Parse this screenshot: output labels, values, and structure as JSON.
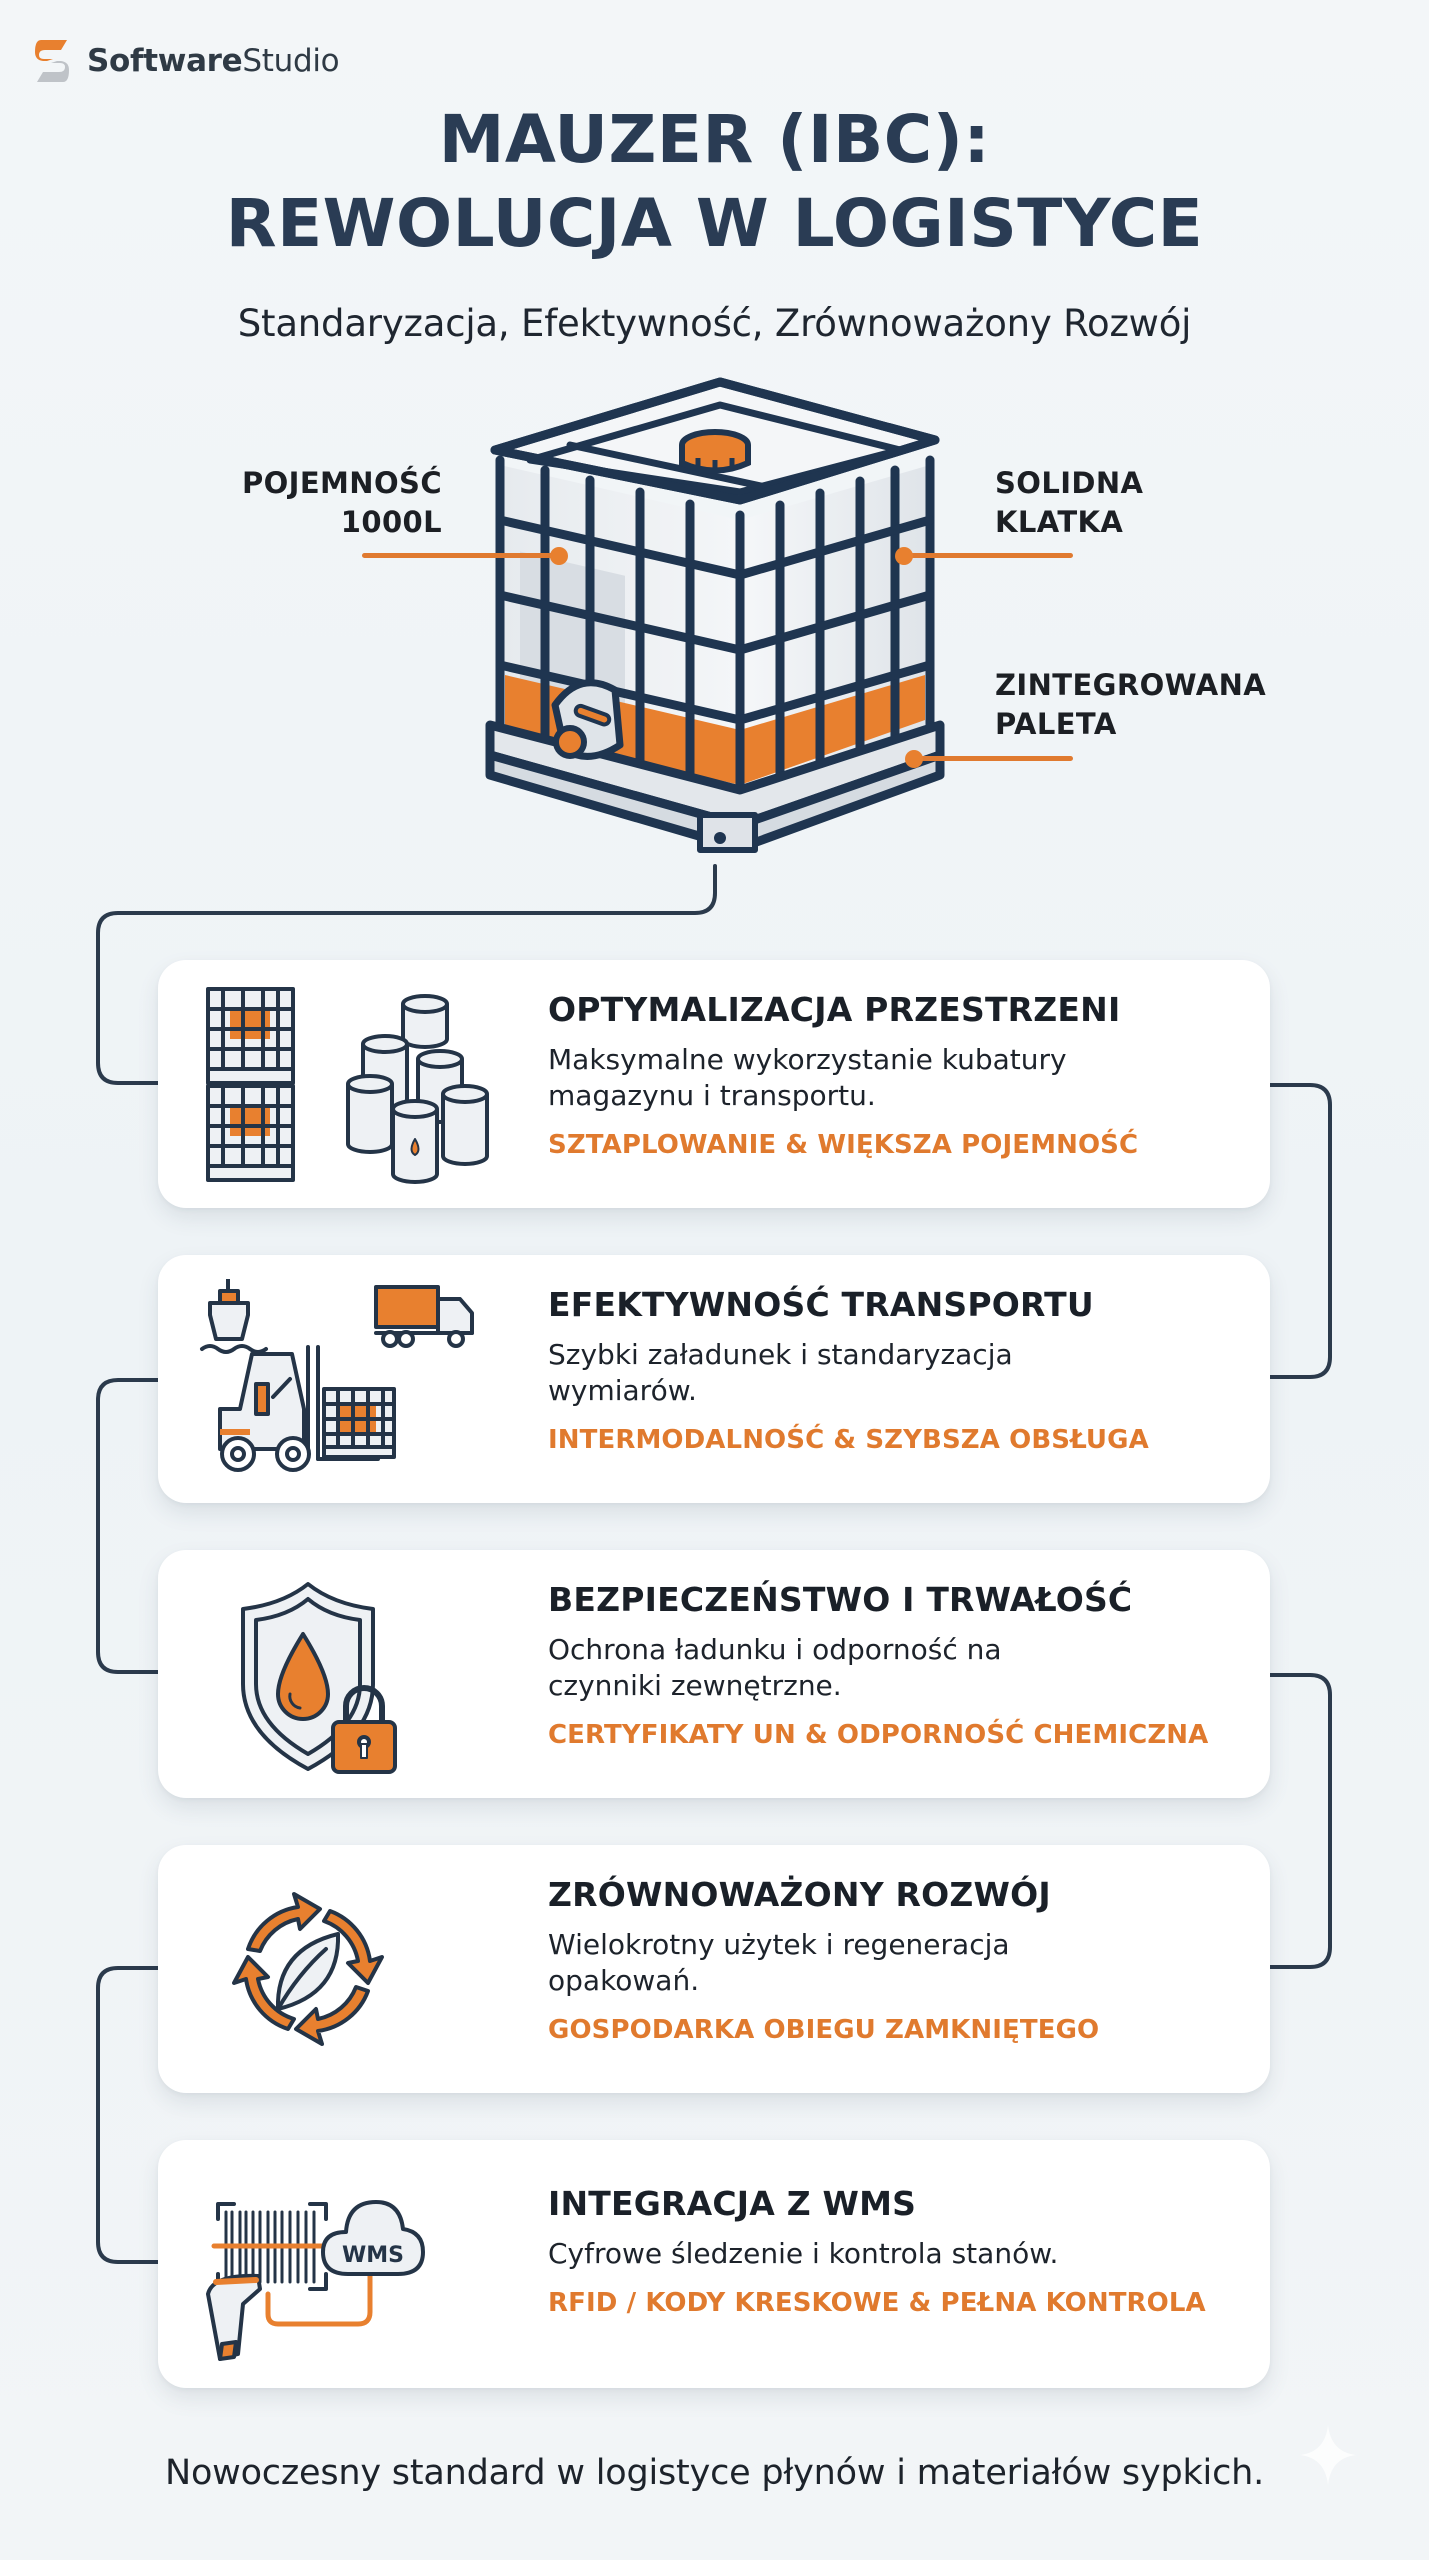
{
  "brand": {
    "name_bold": "Software",
    "name_regular": "Studio",
    "logo_icon": "s-logo-icon",
    "colors": {
      "accent": "#e8802f",
      "logo_grey": "#bfc3c8",
      "navy": "#2a3c54"
    }
  },
  "header": {
    "title_line1": "MAUZER (IBC):",
    "title_line2": "REWOLUCJA W LOGISTYCE",
    "subtitle": "Standaryzacja, Efektywność, Zrównoważony Rozwój"
  },
  "hero": {
    "illustration": "ibc-tank-icon",
    "callouts": [
      {
        "line1": "POJEMNOŚĆ",
        "line2": "1000L",
        "side": "left"
      },
      {
        "line1": "SOLIDNA",
        "line2": "KLATKA",
        "side": "right"
      },
      {
        "line1": "ZINTEGROWANA",
        "line2": "PALETA",
        "side": "right"
      }
    ]
  },
  "cards": [
    {
      "icon": "stacked-ibc-and-barrels-icon",
      "title": "OPTYMALIZACJA PRZESTRZENI",
      "description": "Maksymalne wykorzystanie kubatury magazynu i transportu.",
      "tag": "SZTAPLOWANIE & WIĘKSZA POJEMNOŚĆ"
    },
    {
      "icon": "ship-truck-forklift-icon",
      "title": "EFEKTYWNOŚĆ TRANSPORTU",
      "description": "Szybki załadunek i standaryzacja wymiarów.",
      "tag": "INTERMODALNOŚĆ & SZYBSZA OBSŁUGA"
    },
    {
      "icon": "shield-drop-lock-icon",
      "title": "BEZPIECZEŃSTWO I TRWAŁOŚĆ",
      "description": "Ochrona ładunku i odporność na czynniki zewnętrzne.",
      "tag": "CERTYFIKATY UN & ODPORNOŚĆ CHEMICZNA"
    },
    {
      "icon": "recycle-leaf-icon",
      "title": "ZRÓWNOWAŻONY ROZWÓJ",
      "description": "Wielokrotny użytek i regeneracja opakowań.",
      "tag": "GOSPODARKA OBIEGU ZAMKNIĘTEGO"
    },
    {
      "icon": "barcode-scanner-wms-cloud-icon",
      "title": "INTEGRACJA Z WMS",
      "description": "Cyfrowe śledzenie i kontrola stanów.",
      "tag": "RFID / KODY KRESKOWE & PEŁNA KONTROLA",
      "cloud_label": "WMS"
    }
  ],
  "footer": {
    "text": "Nowoczesny standard w logistyce płynów i materiałów sypkich."
  }
}
